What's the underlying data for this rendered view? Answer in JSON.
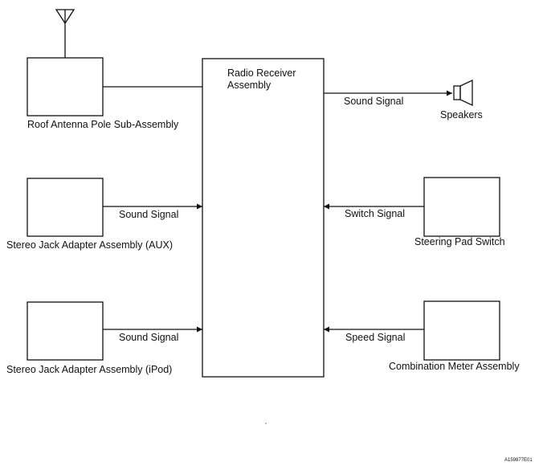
{
  "diagram": {
    "center": {
      "label_line1": "Radio Receiver",
      "label_line2": "Assembly"
    },
    "components": {
      "antenna": "Roof Antenna Pole Sub-Assembly",
      "aux": "Stereo Jack Adapter Assembly (AUX)",
      "ipod": "Stereo Jack Adapter Assembly (iPod)",
      "speakers": "Speakers",
      "steering": "Steering Pad Switch",
      "meter": "Combination Meter Assembly"
    },
    "signals": {
      "to_speakers": "Sound Signal",
      "from_aux": "Sound Signal",
      "from_ipod": "Sound Signal",
      "from_steering": "Switch Signal",
      "from_meter": "Speed Signal"
    },
    "figure_code": "A159877E01"
  }
}
